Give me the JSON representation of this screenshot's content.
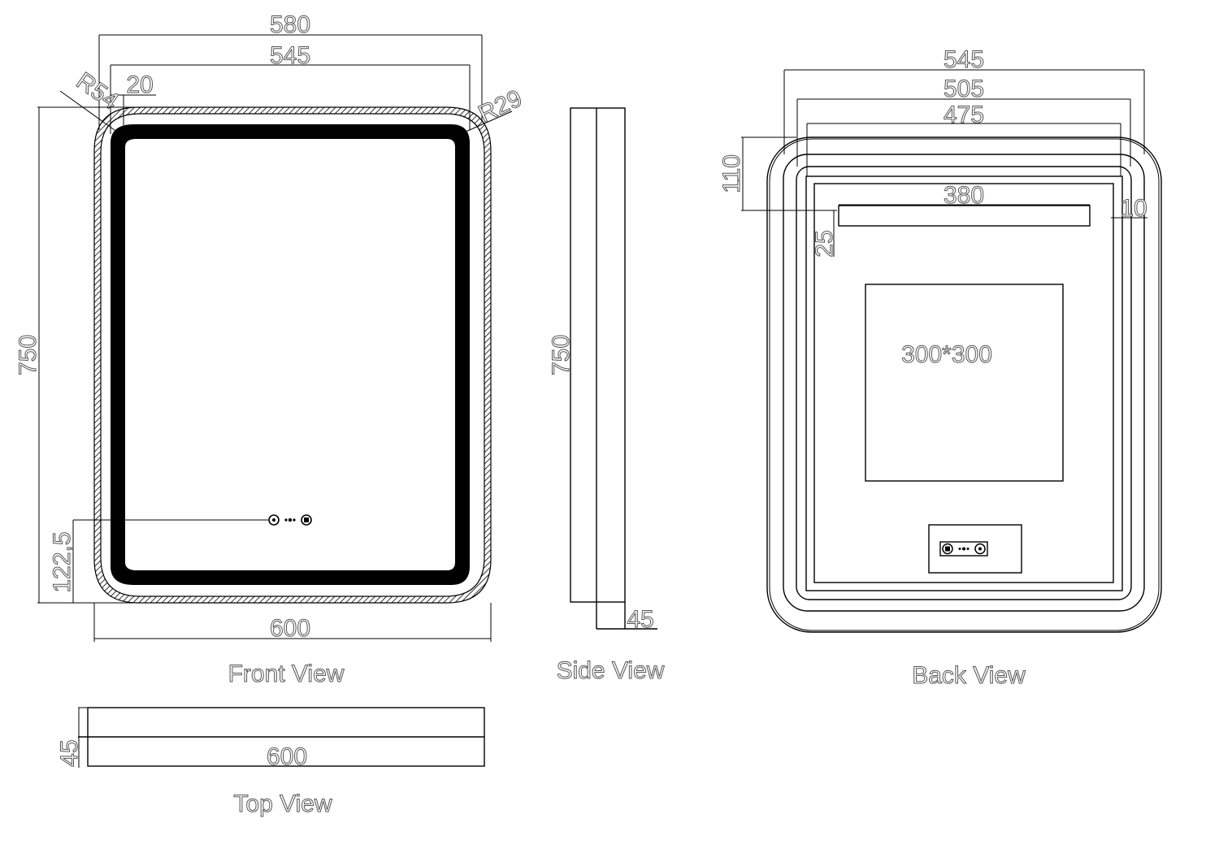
{
  "views": {
    "front": {
      "title": "Front View",
      "dims": {
        "outer_width": "580",
        "inner_width": "545",
        "inset": "20",
        "radius_outer": "R54",
        "radius_inner": "R29",
        "height": "750",
        "control_offset": "122,5",
        "overall_width": "600"
      },
      "controls": [
        "sun-icon",
        "dots-icon",
        "defog-icon"
      ]
    },
    "side": {
      "title": "Side View",
      "dims": {
        "height": "750",
        "depth": "45"
      }
    },
    "back": {
      "title": "Back View",
      "dims": {
        "width_outer": "545",
        "width_mid": "505",
        "width_inner": "475",
        "top_offset": "110",
        "strip_length": "380",
        "strip_height": "25",
        "side_offset": "10",
        "box_size": "300*300"
      },
      "controls": [
        "defog-icon",
        "dots-icon",
        "sun-icon"
      ]
    },
    "top": {
      "title": "Top View",
      "dims": {
        "depth": "45",
        "width": "600"
      }
    }
  }
}
